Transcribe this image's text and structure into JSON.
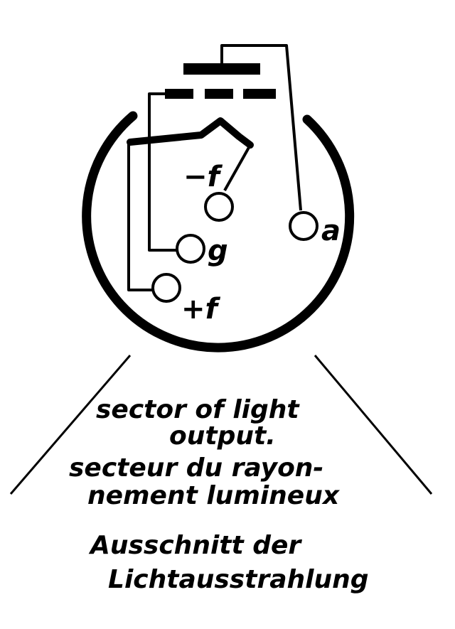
{
  "diagram": {
    "pins": {
      "neg_f": "−f",
      "a": "a",
      "g": "g",
      "pos_f": "+f"
    },
    "caption": {
      "en_line1": "sector of light",
      "en_line2": "output.",
      "fr_line1": "secteur du rayon-",
      "fr_line2": "nement lumineux",
      "de_line1": "Ausschnitt der",
      "de_line2": "Lichtausstrahlung"
    },
    "colors": {
      "ink": "#000000",
      "background": "#ffffff"
    }
  }
}
